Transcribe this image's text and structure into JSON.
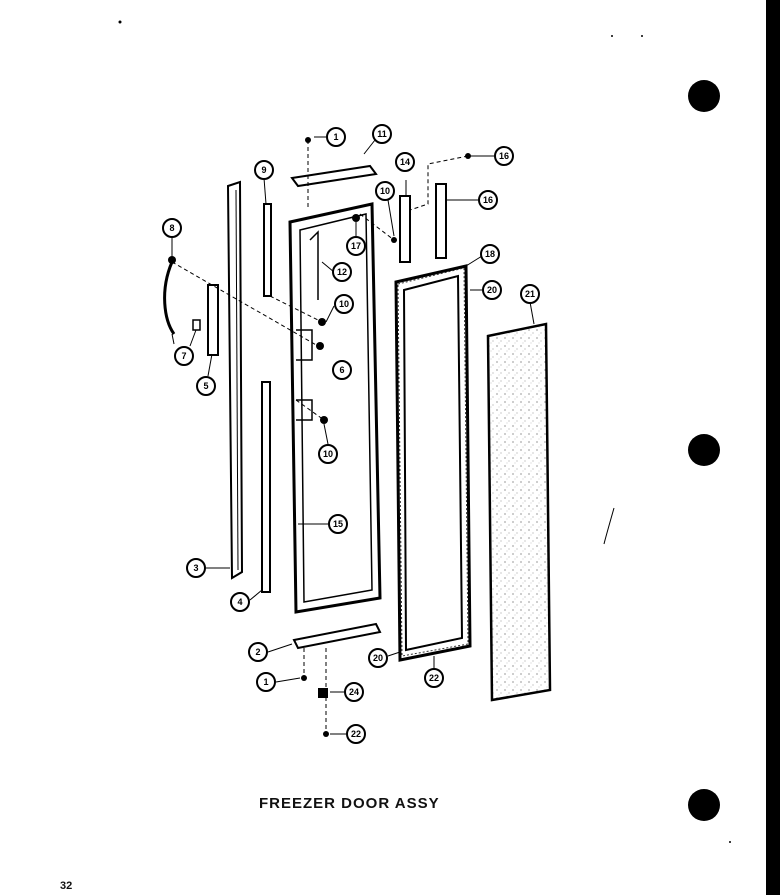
{
  "caption": "FREEZER DOOR ASSY",
  "page_number": "32",
  "callouts": {
    "c1a": "1",
    "c11": "11",
    "c14": "14",
    "c16a": "16",
    "c9": "9",
    "c10a": "10",
    "c16b": "16",
    "c17": "17",
    "c8": "8",
    "c12": "12",
    "c18": "18",
    "c20a": "20",
    "c21": "21",
    "c10b": "10",
    "c7": "7",
    "c6": "6",
    "c5": "5",
    "c10c": "10",
    "c15": "15",
    "c3": "3",
    "c4": "4",
    "c2": "2",
    "c20b": "20",
    "c22a": "22",
    "c1b": "1",
    "c24": "24",
    "c22b": "22"
  }
}
